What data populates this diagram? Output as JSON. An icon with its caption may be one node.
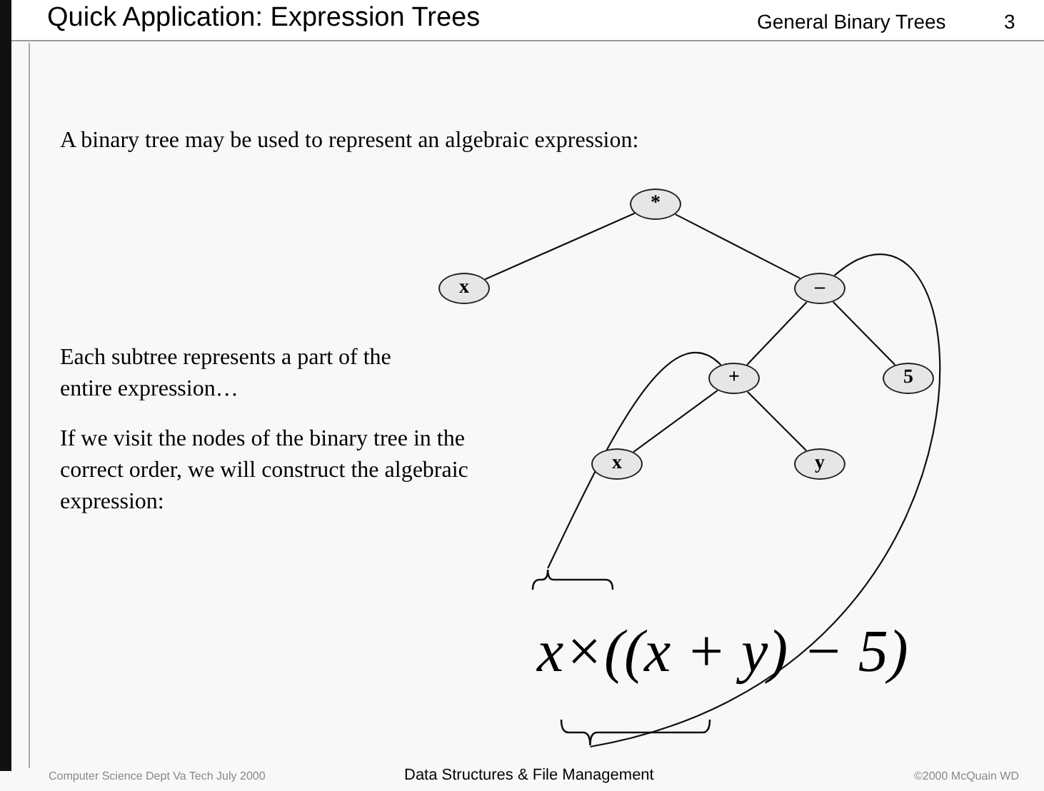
{
  "diagram": {
    "title": "Quick Application: Expression Trees",
    "nodes": [
      {
        "text": [
          "*"
        ]
      },
      {
        "text": [
          "x"
        ]
      },
      {
        "text": [
          "–"
        ]
      },
      {
        "text": [
          "+"
        ]
      },
      {
        "text": [
          "5"
        ]
      },
      {
        "text": [
          "x"
        ]
      },
      {
        "text": [
          "y"
        ]
      },
      {
        "text": [],
        "shape": "brace"
      },
      {
        "text": [],
        "shape": "brace"
      }
    ],
    "edges": [
      {
        "from": 0,
        "to": 1,
        "arrow": "none"
      },
      {
        "from": 0,
        "to": 2,
        "arrow": "none"
      },
      {
        "from": 2,
        "to": 3,
        "arrow": "none"
      },
      {
        "from": 2,
        "to": 4,
        "arrow": "none"
      },
      {
        "from": 3,
        "to": 5,
        "arrow": "none"
      },
      {
        "from": 3,
        "to": 6,
        "arrow": "none"
      },
      {
        "from": 7,
        "to": 3,
        "arrow": "none"
      },
      {
        "from": 8,
        "to": 2,
        "arrow": "none"
      }
    ],
    "labels": [
      "General Binary Trees",
      "3",
      "A binary tree may be used to represent an algebraic expression:",
      "Each subtree represents a part of the entire expression…",
      "If we visit the nodes of the binary tree in the correct order, we will construct the algebraic expression:",
      "x×((x + y) − 5)",
      "Computer Science Dept Va Tech July 2000",
      "Data Structures & File Management",
      "©2000  McQuain WD"
    ]
  }
}
